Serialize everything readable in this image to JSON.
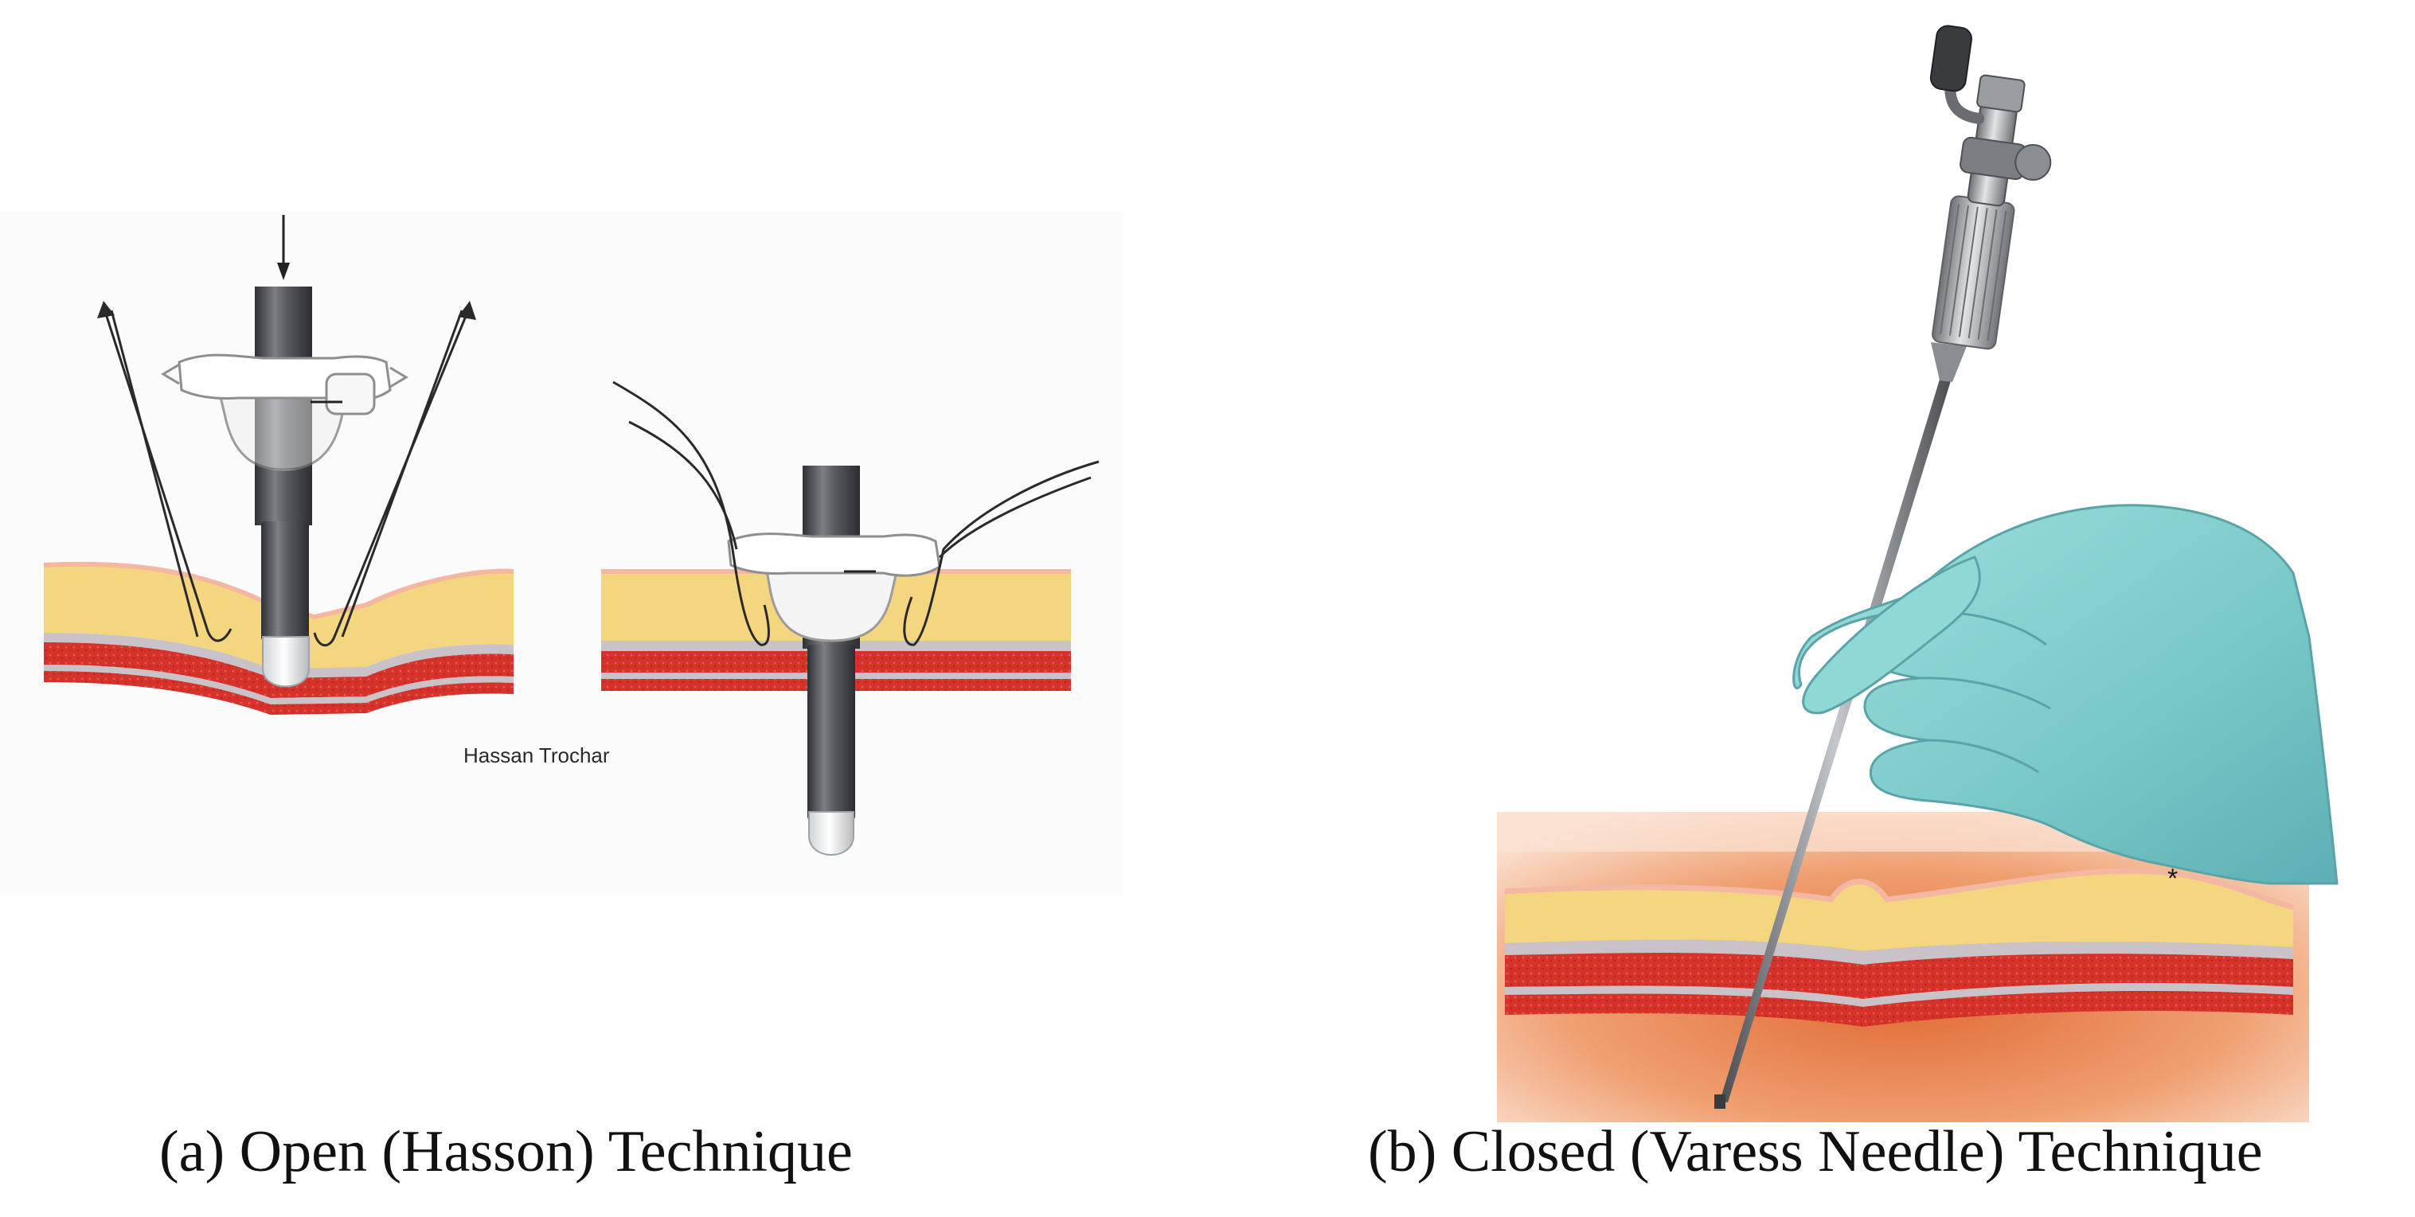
{
  "panel_a": {
    "caption": "(a) Open (Hasson) Technique",
    "label": "Hassan Trochar"
  },
  "panel_b": {
    "caption": "(b) Closed (Varess Needle) Technique",
    "marker": "*"
  },
  "colors": {
    "fat": "#f4d680",
    "muscle": "#d5322b",
    "fascia": "#c9c3c9",
    "skin": "#f3b7a2",
    "glove": "#7fcfcf",
    "trocar": "#55575c",
    "background_tissue": "#e7733c"
  }
}
